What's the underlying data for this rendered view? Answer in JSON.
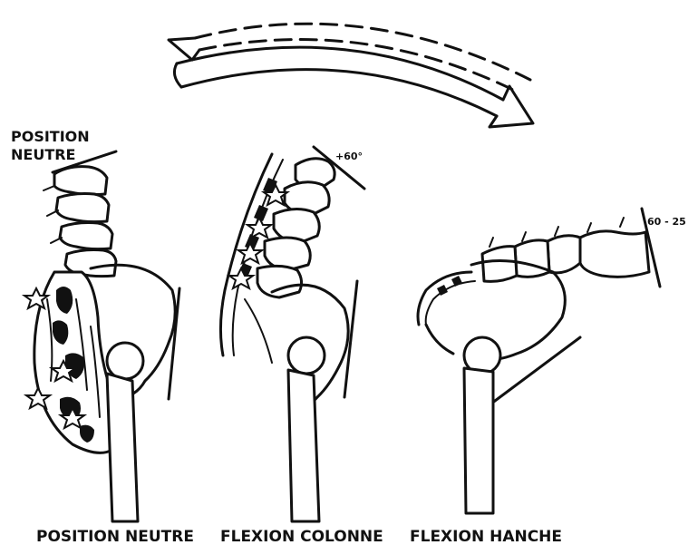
{
  "labels": {
    "top_left_line1": "POSITION",
    "top_left_line2": "NEUTRE",
    "angle_spine": "+60°",
    "angle_hip": "60 - 25"
  },
  "captions": [
    "POSITION NEUTRE",
    "FLEXION COLONNE",
    "FLEXION HANCHE"
  ],
  "icons": {
    "arrow_backward": "curved-left-arrow",
    "arrow_forward": "curved-right-arrow",
    "muscle_star": "star-icon"
  }
}
